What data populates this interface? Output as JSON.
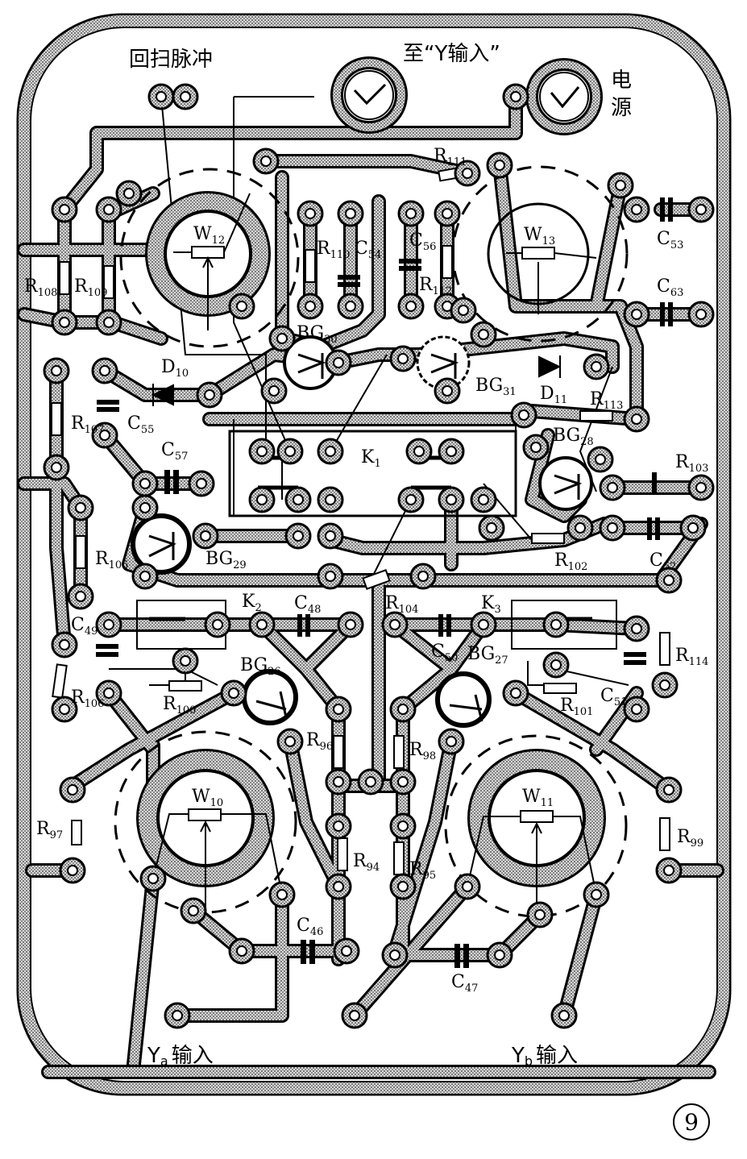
{
  "labels": {
    "flyback": "回扫脉冲",
    "to_y_input": "至“Y输入”",
    "power_1": "电",
    "power_2": "源",
    "ya_in_main": "Y",
    "ya_in_sub": "a",
    "ya_in_rest": "输入",
    "yb_in_main": "Y",
    "yb_in_sub": "b",
    "yb_in_rest": "输入",
    "fig_no": "9"
  },
  "components": {
    "W12": {
      "main": "W",
      "sub": "12"
    },
    "W13": {
      "main": "W",
      "sub": "13"
    },
    "W10": {
      "main": "W",
      "sub": "10"
    },
    "W11": {
      "main": "W",
      "sub": "11"
    },
    "R111": {
      "main": "R",
      "sub": "111"
    },
    "R110": {
      "main": "R",
      "sub": "110"
    },
    "C54": {
      "main": "C",
      "sub": "54"
    },
    "C56": {
      "main": "C",
      "sub": "56"
    },
    "R112": {
      "main": "R",
      "sub": "112"
    },
    "C53": {
      "main": "C",
      "sub": "53"
    },
    "C63": {
      "main": "C",
      "sub": "63"
    },
    "R108": {
      "main": "R",
      "sub": "108"
    },
    "R109": {
      "main": "R",
      "sub": "109"
    },
    "BG30": {
      "main": "BG",
      "sub": "30"
    },
    "BG31": {
      "main": "BG",
      "sub": "31"
    },
    "D10": {
      "main": "D",
      "sub": "10"
    },
    "D11": {
      "main": "D",
      "sub": "11"
    },
    "R107": {
      "main": "R",
      "sub": "107"
    },
    "C55": {
      "main": "C",
      "sub": "55"
    },
    "R113": {
      "main": "R",
      "sub": "113"
    },
    "C57": {
      "main": "C",
      "sub": "57"
    },
    "K1": {
      "main": "K",
      "sub": "1"
    },
    "BG28": {
      "main": "BG",
      "sub": "28"
    },
    "R103": {
      "main": "R",
      "sub": "103"
    },
    "R105": {
      "main": "R",
      "sub": "105"
    },
    "BG29": {
      "main": "BG",
      "sub": "29"
    },
    "R102": {
      "main": "R",
      "sub": "102"
    },
    "C52": {
      "main": "C",
      "sub": "52"
    },
    "K2": {
      "main": "K",
      "sub": "2"
    },
    "C48": {
      "main": "C",
      "sub": "48"
    },
    "R104": {
      "main": "R",
      "sub": "104"
    },
    "K3": {
      "main": "K",
      "sub": "3"
    },
    "C49": {
      "main": "C",
      "sub": "49"
    },
    "C50": {
      "main": "C",
      "sub": "50"
    },
    "BG26": {
      "main": "BG",
      "sub": "26"
    },
    "BG27": {
      "main": "BG",
      "sub": "27"
    },
    "R114": {
      "main": "R",
      "sub": "114"
    },
    "R106": {
      "main": "R",
      "sub": "106"
    },
    "R100": {
      "main": "R",
      "sub": "100"
    },
    "R101": {
      "main": "R",
      "sub": "101"
    },
    "C51": {
      "main": "C",
      "sub": "51"
    },
    "R96a": {
      "main": "R",
      "sub": "96"
    },
    "R98": {
      "main": "R",
      "sub": "98"
    },
    "R97": {
      "main": "R",
      "sub": "97"
    },
    "R99": {
      "main": "R",
      "sub": "99"
    },
    "R94": {
      "main": "R",
      "sub": "94"
    },
    "R95": {
      "main": "R",
      "sub": "95"
    },
    "C46": {
      "main": "C",
      "sub": "46"
    },
    "C47": {
      "main": "C",
      "sub": "47"
    }
  }
}
